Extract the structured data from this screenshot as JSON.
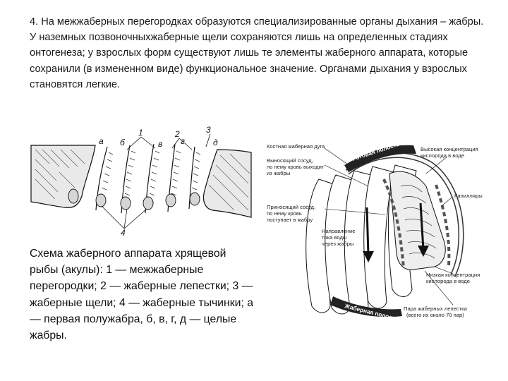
{
  "intro_text": "4. На межжаберных перегородках образуются специализированные органы дыхания – жабры. У наземных позвоночныхжаберные щели сохраняются лишь на определенных стадиях онтогенеза; у взрослых форм существуют лишь те элементы жаберного аппарата, которые сохранили (в измененном виде) функциональное значение. Органами дыхания у взрослых становятся легкие.",
  "left_diagram": {
    "caption": "Схема жаберного аппарата хрящевой рыбы (акулы): 1 — межжаберные перегородки; 2 — жаберные лепестки; 3 — жаберные щели; 4 — жаберные тычинки; а — первая полужабра, б, в, г, д — целые жабры.",
    "labels": {
      "a": "а",
      "b": "б",
      "v": "в",
      "g": "г",
      "d": "д",
      "n1": "1",
      "n2": "2",
      "n3": "3",
      "n4": "4"
    }
  },
  "right_diagram": {
    "labels": {
      "gill_arch": "Костная жаберная дуга",
      "oral_cavity": "Ротовая полость",
      "efferent_1": "Выносящий сосуд,",
      "efferent_2": "по нему кровь выходит",
      "efferent_3": "из жабры",
      "high_o2_1": "Высокая концентрация",
      "high_o2_2": "кислорода в воде",
      "capillaries": "Капилляры",
      "afferent_1": "Приносящий сосуд,",
      "afferent_2": "по нему кровь",
      "afferent_3": "поступает в жабру",
      "flow_1": "Направление",
      "flow_2": "тока воды",
      "flow_3": "через жабры",
      "low_o2_1": "Низкая концентрация",
      "low_o2_2": "кислорода в воде",
      "gill_cavity": "Жаберная полость",
      "pair_1": "Пара жаберных лепестка",
      "pair_2": "(всего их около 70 пар)"
    }
  }
}
